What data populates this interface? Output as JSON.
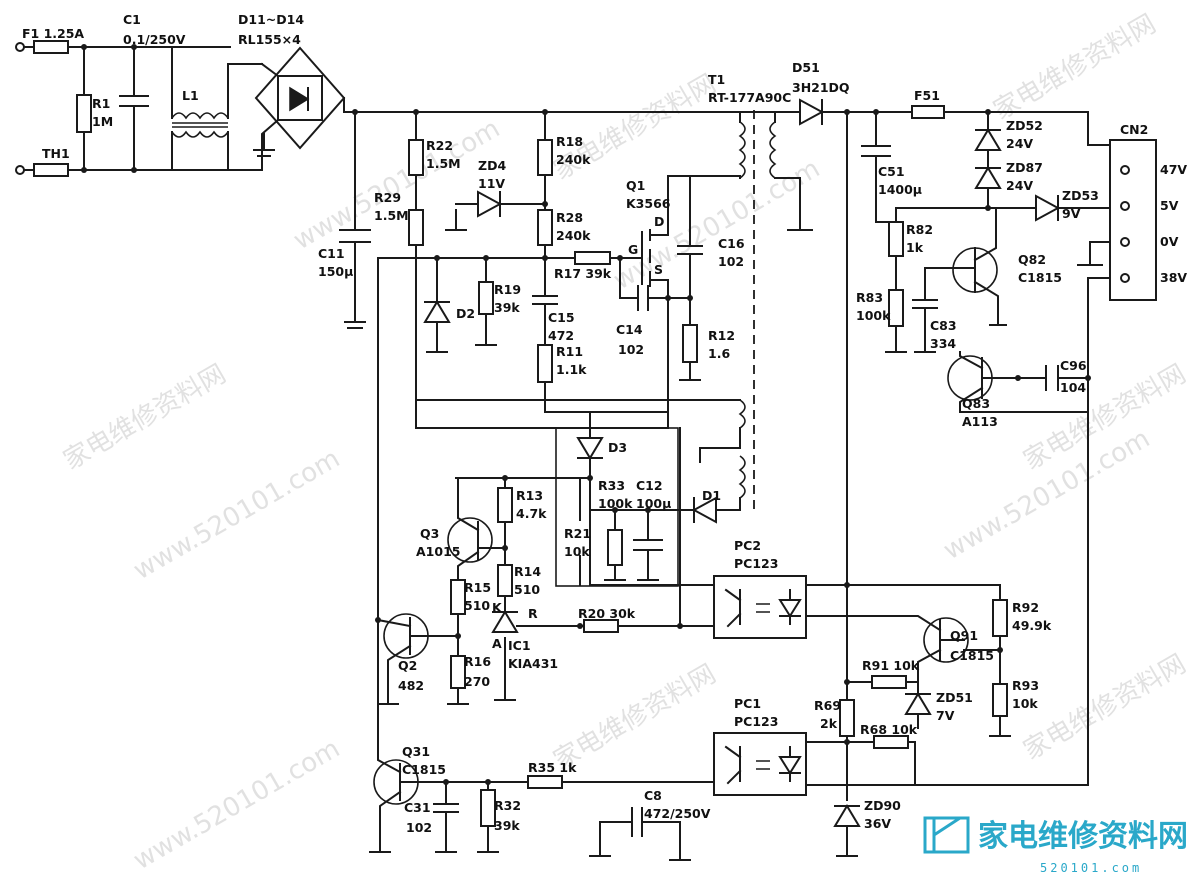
{
  "watermark": {
    "cn_text": "家电维修资料网",
    "url_text": "www.520101.com"
  },
  "logo": {
    "title": "家电维修资料网",
    "subtitle": "520101.com",
    "accent_color": "#2aa8c9"
  },
  "labels": {
    "F1": "F1 1.25A",
    "C1_name": "C1",
    "C1_val": "0.1/250V",
    "D11_name": "D11~D14",
    "D11_val": "RL155×4",
    "L1": "L1",
    "R1_name": "R1",
    "R1_val": "1M",
    "TH1": "TH1",
    "R22_name": "R22",
    "R22_val": "1.5M",
    "R29_name": "R29",
    "R29_val": "1.5M",
    "C11_name": "C11",
    "C11_val": "150μ",
    "ZD4_name": "ZD4",
    "ZD4_val": "11V",
    "R18_name": "R18",
    "R18_val": "240k",
    "R28_name": "R28",
    "R28_val": "240k",
    "R19_name": "R19",
    "R19_val": "39k",
    "D2": "D2",
    "R17": "R17 39k",
    "C15_name": "C15",
    "C15_val": "472",
    "R11_name": "R11",
    "R11_val": "1.1k",
    "C14_name": "C14",
    "C14_val": "102",
    "Q1_name": "Q1",
    "Q1_val": "K3566",
    "G": "G",
    "D": "D",
    "S": "S",
    "C16_name": "C16",
    "C16_val": "102",
    "R12_name": "R12",
    "R12_val": "1.6",
    "T1_name": "T1",
    "T1_val": "RT-177A90C",
    "D51_name": "D51",
    "D51_val": "3H21DQ",
    "F51": "F51",
    "C51_name": "C51",
    "C51_val": "1400μ",
    "ZD52_name": "ZD52",
    "ZD52_val": "24V",
    "ZD87_name": "ZD87",
    "ZD87_val": "24V",
    "ZD53_name": "ZD53",
    "ZD53_val": "9V",
    "CN2": "CN2",
    "pin_47V": "47V",
    "pin_5V": "5V",
    "pin_0V": "0V",
    "pin_38V": "38V",
    "R82_name": "R82",
    "R82_val": "1k",
    "Q82_name": "Q82",
    "Q82_val": "C1815",
    "R83_name": "R83",
    "R83_val": "100k",
    "C83_name": "C83",
    "C83_val": "334",
    "Q83_name": "Q83",
    "Q83_val": "A113",
    "C96_name": "C96",
    "C96_val": "104",
    "D3": "D3",
    "D1": "D1",
    "R13_name": "R13",
    "R13_val": "4.7k",
    "R33_name": "R33",
    "R33_val": "100k",
    "C12_name": "C12",
    "C12_val": "100μ",
    "Q3_name": "Q3",
    "Q3_val": "A1015",
    "R21_name": "R21",
    "R21_val": "10k",
    "R14_name": "R14",
    "R14_val": "510",
    "R15_name": "R15",
    "R15_val": "510",
    "K": "K",
    "A": "A",
    "R": "R",
    "IC1_name": "IC1",
    "IC1_val": "KIA431",
    "R20": "R20 30k",
    "Q2_name": "Q2",
    "Q2_val": "482",
    "R16_name": "R16",
    "R16_val": "270",
    "PC2_name": "PC2",
    "PC2_val": "PC123",
    "PC1_name": "PC1",
    "PC1_val": "PC123",
    "R92_name": "R92",
    "R92_val": "49.9k",
    "Q91_name": "Q91",
    "Q91_val": "C1815",
    "R91": "R91 10k",
    "ZD51_name": "ZD51",
    "ZD51_val": "7V",
    "R93_name": "R93",
    "R93_val": "10k",
    "R69_name": "R69",
    "R69_val": "2k",
    "R68": "R68 10k",
    "ZD90_name": "ZD90",
    "ZD90_val": "36V",
    "Q31_name": "Q31",
    "Q31_val": "C1815",
    "C31_name": "C31",
    "C31_val": "102",
    "R32_name": "R32",
    "R32_val": "39k",
    "R35": "R35 1k",
    "C8_name": "C8",
    "C8_val": "472/250V"
  }
}
